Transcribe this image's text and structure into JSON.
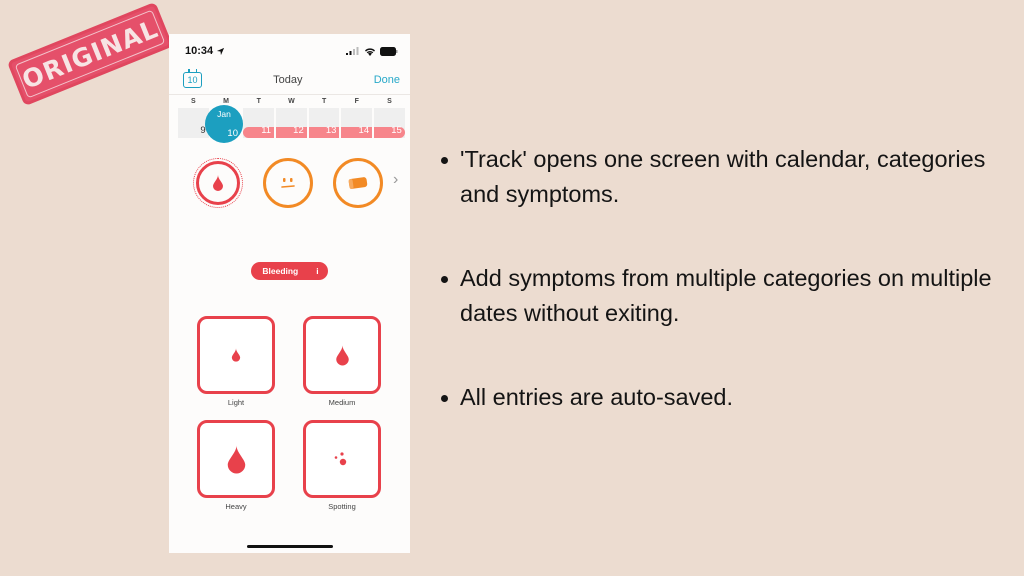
{
  "stamp": {
    "text": "ORIGINAL",
    "color": "#e5506a"
  },
  "phone": {
    "status_bar": {
      "time": "10:34",
      "location_icon": "location-arrow-icon",
      "signal_icon": "cellular-signal-icon",
      "wifi_icon": "wifi-icon",
      "battery_icon": "battery-icon"
    },
    "nav": {
      "calendar_icon_day": "10",
      "title": "Today",
      "done_label": "Done",
      "accent": "#1c9fc0"
    },
    "week": {
      "days_of_week": [
        "S",
        "M",
        "T",
        "W",
        "T",
        "F",
        "S"
      ],
      "dates": [
        "9",
        "10",
        "11",
        "12",
        "13",
        "14",
        "15"
      ],
      "today": {
        "month": "Jan",
        "date": "10"
      },
      "period_color": "#f7858b"
    },
    "categories": [
      {
        "name": "bleeding",
        "icon": "blood-drop-icon",
        "selected": true,
        "color": "#e8414b"
      },
      {
        "name": "mood",
        "icon": "face-icon",
        "selected": false,
        "color": "#f28a25"
      },
      {
        "name": "pill",
        "icon": "pill-icon",
        "selected": false,
        "color": "#f28a25"
      }
    ],
    "category_pill": {
      "label": "Bleeding",
      "info": "i"
    },
    "options": [
      {
        "label": "Light",
        "icon": "small-drop-icon"
      },
      {
        "label": "Medium",
        "icon": "medium-drop-icon"
      },
      {
        "label": "Heavy",
        "icon": "large-drop-icon"
      },
      {
        "label": "Spotting",
        "icon": "spotting-dots-icon"
      }
    ]
  },
  "bullets": [
    "'Track' opens one screen with calendar, categories and symptoms.",
    "Add symptoms from multiple categories on multiple dates without exiting.",
    "All entries are auto-saved."
  ]
}
